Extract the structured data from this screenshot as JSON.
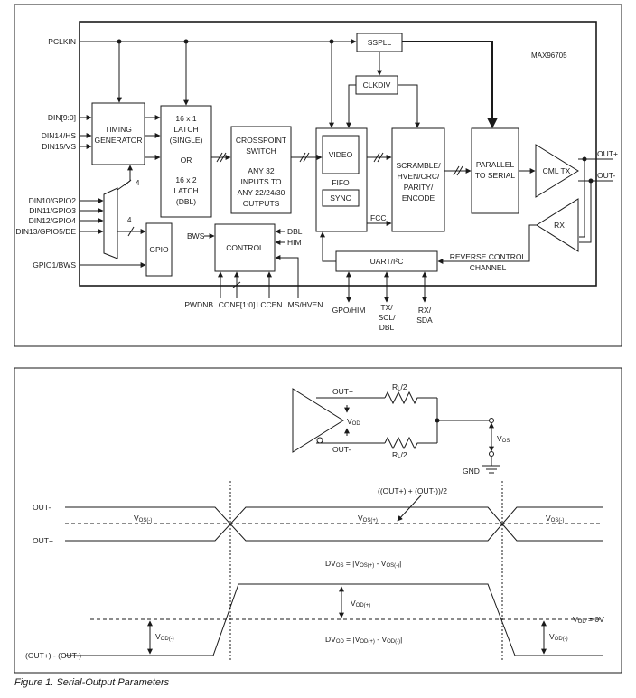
{
  "block_diagram": {
    "part_number": "MAX96705",
    "pins_left": {
      "pclkin": "PCLKIN",
      "din_9_0": "DIN[9:0]",
      "din14_hs": "DIN14/HS",
      "din15_vs": "DIN15/VS",
      "din10_gpio2": "DIN10/GPIO2",
      "din11_gpio3": "DIN11/GPIO3",
      "din12_gpio4": "DIN12/GPIO4",
      "din13_gpio5_de": "DIN13/GPIO5/DE",
      "gpio1_bws": "GPIO1/BWS"
    },
    "blocks": {
      "timing_generator": [
        "TIMING",
        "GENERATOR"
      ],
      "latch": [
        "16 x 1",
        "LATCH",
        "(SINGLE)",
        "OR",
        "16 x 2",
        "LATCH",
        "(DBL)"
      ],
      "crosspoint": [
        "CROSSPOINT",
        "SWITCH",
        "ANY 32",
        "INPUTS TO",
        "ANY 22/24/30",
        "OUTPUTS"
      ],
      "video": "VIDEO",
      "fifo": "FIFO",
      "sync": "SYNC",
      "fcc": "FCC",
      "sspll": "SSPLL",
      "clkdiv": "CLKDIV",
      "scramble": [
        "SCRAMBLE/",
        "HVEN/CRC/",
        "PARITY/",
        "ENCODE"
      ],
      "parallel_to_serial": [
        "PARALLEL",
        "TO SERIAL"
      ],
      "cml_tx": "CML TX",
      "rx": "RX",
      "gpio": "GPIO",
      "control": "CONTROL",
      "uart": "UART/I²C"
    },
    "bus_widths": {
      "to_mux": "4",
      "from_mux": "4"
    },
    "signals": {
      "bws": "BWS",
      "dbl": "DBL",
      "him": "HIM",
      "pwdnb": "PWDNB",
      "conf": "CONF[1:0]",
      "lccen": "LCCEN",
      "ms_hven": "MS/HVEN",
      "out_plus": "OUT+",
      "out_minus": "OUT-",
      "reverse_control": [
        "REVERSE CONTROL",
        "CHANNEL"
      ],
      "gpo_him": "GPO/HIM",
      "tx_scl_dbl": [
        "TX/",
        "SCL/",
        "DBL"
      ],
      "rx_sda": [
        "RX/",
        "SDA"
      ]
    }
  },
  "serial_output": {
    "circuit": {
      "out_plus": "OUT+",
      "out_minus": "OUT-",
      "vod": {
        "main": "V",
        "sub": "OD"
      },
      "rl_top": {
        "main": "R",
        "sub": "L",
        "suffix": "/2"
      },
      "rl_bottom": {
        "main": "R",
        "sub": "L",
        "suffix": "/2"
      },
      "vos": {
        "main": "V",
        "sub": "OS"
      },
      "gnd": "GND"
    },
    "waveform_top": {
      "out_minus": "OUT-",
      "out_plus": "OUT+",
      "avg_label": "((OUT+) + (OUT-))/2",
      "vos_minus_left": {
        "main": "V",
        "sub": "OS(-)"
      },
      "vos_plus": {
        "main": "V",
        "sub": "OS(+)"
      },
      "vos_minus_right": {
        "main": "V",
        "sub": "OS(-)"
      },
      "dvos": {
        "lead": "DV",
        "lead_sub": "OS",
        "mid": " = |V",
        "a_sub": "OS(+)",
        "sep": " - V",
        "b_sub": "OS(-)",
        "end": "|"
      }
    },
    "waveform_bottom": {
      "vod_plus": {
        "main": "V",
        "sub": "OD(+)"
      },
      "vod_minus_left": {
        "main": "V",
        "sub": "OD(-)"
      },
      "vod_minus_right": {
        "main": "V",
        "sub": "OD(-)"
      },
      "vod_zero": {
        "main": "V",
        "sub": "OD",
        "suffix": " = 0V"
      },
      "diff_label": "(OUT+) - (OUT-)",
      "dvod": {
        "lead": "DV",
        "lead_sub": "OD",
        "mid": " = |V",
        "a_sub": "OD(+)",
        "sep": " - V",
        "b_sub": "OD(-)",
        "end": "|"
      }
    }
  },
  "caption": "Figure 1. Serial-Output Parameters"
}
